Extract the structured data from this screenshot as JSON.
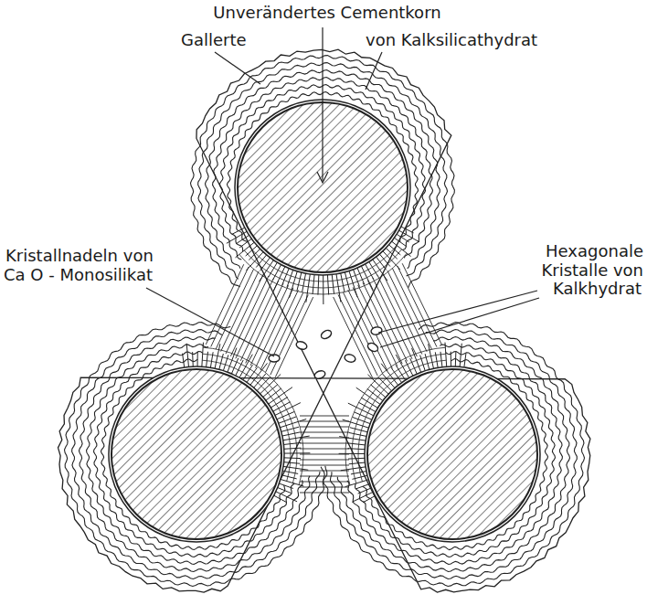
{
  "diagram": {
    "labels": [
      "Unverändertes Cementkorn",
      "Gallerte",
      "von Kalksilicathydrat",
      "Kristallnadeln von Ca O - Monosilikat",
      "Hexagonale Kristalle von Kalkhydrat"
    ]
  }
}
